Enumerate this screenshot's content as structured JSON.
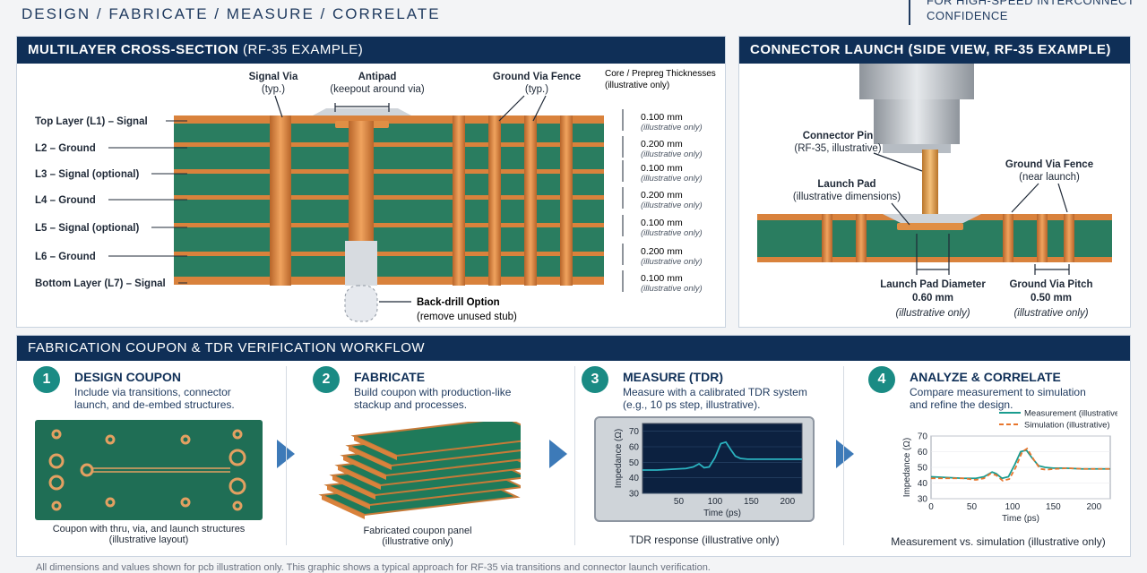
{
  "header": {
    "steps": "DESIGN  /  FABRICATE  /  MEASURE  /  CORRELATE",
    "right_line1": "FOR HIGH-SPEED INTERCONNECT",
    "right_line2": "CONFIDENCE"
  },
  "cross_section": {
    "title": "MULTILAYER CROSS-SECTION",
    "title_sub": "(RF-35 EXAMPLE)",
    "layers": [
      "Top Layer (L1) – Signal",
      "L2 – Ground",
      "L3 – Signal (optional)",
      "L4 – Ground",
      "L5 – Signal (optional)",
      "L6 – Ground",
      "Bottom Layer (L7) – Signal"
    ],
    "signal_via": "Signal Via",
    "signal_via_sub": "(typ.)",
    "antipad": "Antipad",
    "antipad_sub": "(keepout around via)",
    "ground_fence": "Ground Via Fence",
    "ground_fence_sub": "(typ.)",
    "thick_title": "Core / Prepreg Thicknesses",
    "thick_sub": "(illustrative only)",
    "thicknesses": [
      "0.100 mm",
      "0.200 mm",
      "0.100 mm",
      "0.200 mm",
      "0.100 mm",
      "0.200 mm",
      "0.100 mm"
    ],
    "thick_note": "(illustrative only)",
    "backdrill": "Back-drill Option",
    "backdrill_sub": "(remove unused stub)"
  },
  "launch": {
    "title": "CONNECTOR LAUNCH (SIDE VIEW, RF-35 EXAMPLE)",
    "pin": "Connector Pin",
    "pin_sub": "(RF-35, illustrative)",
    "pad": "Launch Pad",
    "pad_sub": "(illustrative dimensions)",
    "fence": "Ground Via Fence",
    "fence_sub": "(near launch)",
    "diam_label": "Launch Pad Diameter",
    "diam_value": "0.60 mm",
    "diam_note": "(illustrative only)",
    "pitch_label": "Ground Via Pitch",
    "pitch_value": "0.50 mm",
    "pitch_note": "(illustrative only)"
  },
  "workflow": {
    "title": "FABRICATION COUPON & TDR VERIFICATION WORKFLOW",
    "steps": [
      {
        "num": "1",
        "title": "DESIGN COUPON",
        "desc1": "Include via transitions, connector",
        "desc2": "launch, and de-embed structures.",
        "caption1": "Coupon with thru, via, and launch structures",
        "caption2": "(illustrative layout)"
      },
      {
        "num": "2",
        "title": "FABRICATE",
        "desc1": "Build coupon with production-like",
        "desc2": "stackup and processes.",
        "caption1": "Fabricated coupon panel",
        "caption2": "(illustrative only)"
      },
      {
        "num": "3",
        "title": "MEASURE (TDR)",
        "desc1": "Measure with a calibrated TDR system",
        "desc2": "(e.g., 10 ps step, illustrative).",
        "caption1": "TDR response (illustrative only)",
        "caption2": ""
      },
      {
        "num": "4",
        "title": "ANALYZE & CORRELATE",
        "desc1": "Compare measurement to simulation",
        "desc2": "and refine the design.",
        "caption1": "Measurement vs. simulation (illustrative only)",
        "caption2": ""
      }
    ]
  },
  "chart_data": [
    {
      "type": "line",
      "xlabel": "Time (ps)",
      "ylabel": "Impedance (Ω)",
      "xlim": [
        0,
        220
      ],
      "ylim": [
        30,
        75
      ],
      "xticks": [
        50,
        100,
        150,
        200
      ],
      "yticks": [
        30,
        40,
        50,
        60,
        70
      ],
      "series": [
        {
          "x": [
            0,
            20,
            40,
            60,
            70,
            78,
            85,
            92,
            100,
            108,
            115,
            122,
            128,
            135,
            145,
            160,
            180,
            200,
            220
          ],
          "y": [
            45,
            45,
            45.5,
            46,
            47,
            49,
            46.5,
            47,
            53,
            62,
            63,
            58,
            54,
            52.5,
            52,
            52,
            52,
            52,
            52
          ],
          "color": "#2bb3c0"
        }
      ]
    },
    {
      "type": "line",
      "xlabel": "Time (ps)",
      "ylabel": "Impedance (Ω)",
      "xlim": [
        0,
        220
      ],
      "ylim": [
        30,
        70
      ],
      "xticks": [
        0,
        50,
        100,
        150,
        200
      ],
      "yticks": [
        30,
        40,
        50,
        60,
        70
      ],
      "legend_position": "top-right",
      "series": [
        {
          "name": "Measurement (illustrative)",
          "color": "#1a9c8f",
          "x": [
            0,
            20,
            40,
            55,
            65,
            75,
            80,
            87,
            95,
            103,
            110,
            117,
            124,
            132,
            140,
            150,
            165,
            185,
            205,
            220
          ],
          "y": [
            44,
            43.5,
            43,
            43,
            44,
            47,
            46,
            43,
            44,
            52,
            60,
            61,
            56,
            51,
            50,
            49.5,
            49.5,
            49,
            49,
            49
          ]
        },
        {
          "name": "Simulation (illustrative)",
          "color": "#e8762d",
          "x": [
            0,
            20,
            40,
            55,
            65,
            73,
            80,
            88,
            96,
            104,
            112,
            118,
            126,
            134,
            142,
            152,
            167,
            187,
            205,
            220
          ],
          "y": [
            43,
            43,
            43,
            42,
            43,
            46,
            45,
            41.5,
            42.5,
            50,
            60,
            62,
            55,
            49,
            48.5,
            49,
            49.5,
            49,
            49,
            49
          ]
        }
      ]
    }
  ],
  "footer": "All dimensions and values shown for pcb illustration only. This graphic shows a typical approach for RF-35 via transitions and connector launch verification."
}
